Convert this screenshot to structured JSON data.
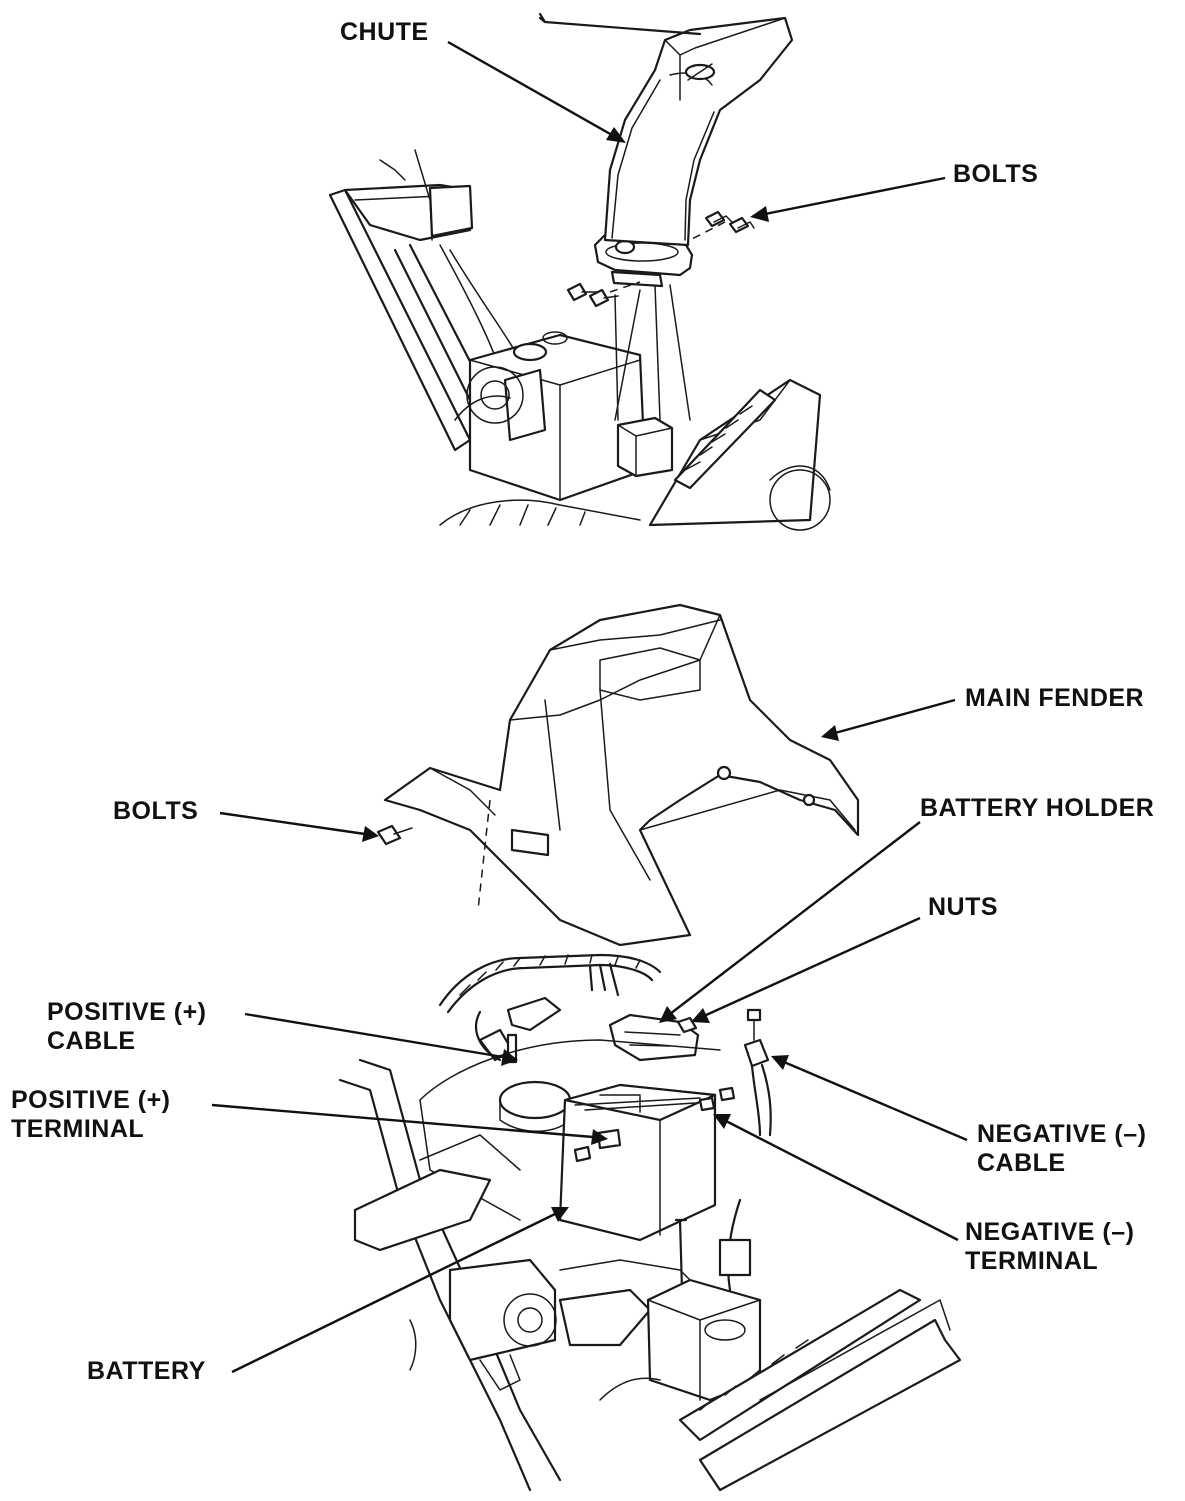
{
  "labels": {
    "chute": "CHUTE",
    "bolts_top": "BOLTS",
    "main_fender": "MAIN FENDER",
    "bolts_fender": "BOLTS",
    "battery_holder": "BATTERY HOLDER",
    "nuts": "NUTS",
    "positive_cable": [
      "POSITIVE (+)",
      "CABLE"
    ],
    "positive_terminal": [
      "POSITIVE (+)",
      "TERMINAL"
    ],
    "negative_cable": [
      "NEGATIVE (–)",
      "CABLE"
    ],
    "negative_terminal": [
      "NEGATIVE (–)",
      "TERMINAL"
    ],
    "battery": "BATTERY"
  },
  "colors": {
    "ink": "#1a1a1a",
    "background": "#ffffff"
  }
}
